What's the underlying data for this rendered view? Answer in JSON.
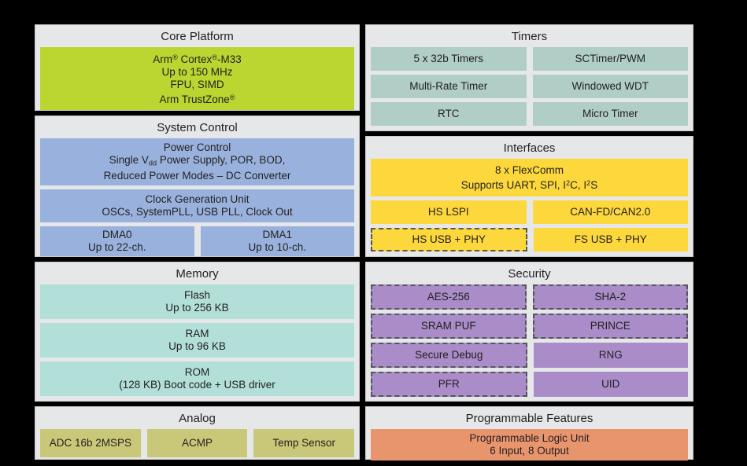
{
  "diagram": {
    "colors": {
      "background": "#000000",
      "panel_fill": "#e6e7e8",
      "core": "#bcd631",
      "system_control": "#99b2dd",
      "memory": "#b2e0d8",
      "analog": "#c9c878",
      "timers": "#b0cdc6",
      "interfaces": "#fdd83c",
      "security": "#a98cc8",
      "programmable_features": "#e8956e"
    }
  },
  "left_column": {
    "core_platform": {
      "title": "Core Platform",
      "blocks": [
        {
          "lines": [
            "Arm ® Cortex ®-M33",
            "Up to 150 MHz",
            "FPU, SIMD",
            "Arm TrustZone®"
          ]
        }
      ]
    },
    "system_control": {
      "title": "System Control",
      "power_control": {
        "lines": [
          "Power Control",
          "Single Vdd Power Supply, POR, BOD,",
          "Reduced Power Modes – DC Converter"
        ]
      },
      "clock_generation": {
        "lines": [
          "Clock Generation Unit",
          "OSCs, SystemPLL, USB PLL, Clock Out"
        ]
      },
      "dma": [
        {
          "lines": [
            "DMA0",
            "Up to 22-ch."
          ]
        },
        {
          "lines": [
            "DMA1",
            "Up to 10-ch."
          ]
        }
      ]
    },
    "memory": {
      "title": "Memory",
      "blocks": [
        {
          "lines": [
            "Flash",
            "Up to 256 KB"
          ]
        },
        {
          "lines": [
            "RAM",
            "Up to 96 KB"
          ]
        },
        {
          "lines": [
            "ROM",
            "(128 KB) Boot code + USB driver"
          ]
        }
      ]
    },
    "analog": {
      "title": "Analog",
      "blocks": [
        {
          "lines": [
            "ADC 16b 2MSPS"
          ]
        },
        {
          "lines": [
            "ACMP"
          ]
        },
        {
          "lines": [
            "Temp Sensor"
          ]
        }
      ]
    }
  },
  "right_column": {
    "timers": {
      "title": "Timers",
      "rows": [
        [
          {
            "lines": [
              "5 x 32b Timers"
            ]
          },
          {
            "lines": [
              "SCTimer/PWM"
            ]
          }
        ],
        [
          {
            "lines": [
              "Multi-Rate  Timer"
            ]
          },
          {
            "lines": [
              "Windowed WDT"
            ]
          }
        ],
        [
          {
            "lines": [
              "RTC"
            ]
          },
          {
            "lines": [
              "Micro  Timer"
            ]
          }
        ]
      ]
    },
    "interfaces": {
      "title": "Interfaces",
      "flexcomm": {
        "lines": [
          "8 x FlexComm",
          "Supports UART, SPI, I2C, I2S"
        ]
      },
      "rows": [
        [
          {
            "lines": [
              "HS LSPI"
            ],
            "dashed": false
          },
          {
            "lines": [
              "CAN-FD/CAN2.0"
            ],
            "dashed": false
          }
        ],
        [
          {
            "lines": [
              "HS USB + PHY"
            ],
            "dashed": true
          },
          {
            "lines": [
              "FS USB + PHY"
            ],
            "dashed": false
          }
        ]
      ]
    },
    "security": {
      "title": "Security",
      "rows": [
        [
          {
            "lines": [
              "AES-256"
            ],
            "dashed": true
          },
          {
            "lines": [
              "SHA-2"
            ],
            "dashed": true
          }
        ],
        [
          {
            "lines": [
              "SRAM PUF"
            ],
            "dashed": true
          },
          {
            "lines": [
              "PRINCE"
            ],
            "dashed": true
          }
        ],
        [
          {
            "lines": [
              "Secure Debug"
            ],
            "dashed": true
          },
          {
            "lines": [
              "RNG"
            ],
            "dashed": false
          }
        ],
        [
          {
            "lines": [
              "PFR"
            ],
            "dashed": true
          },
          {
            "lines": [
              "UID"
            ],
            "dashed": false
          }
        ]
      ]
    },
    "programmable_features": {
      "title": "Programmable Features",
      "blocks": [
        {
          "lines": [
            "Programmable Logic Unit",
            "6 Input, 8 Output"
          ]
        }
      ]
    }
  }
}
